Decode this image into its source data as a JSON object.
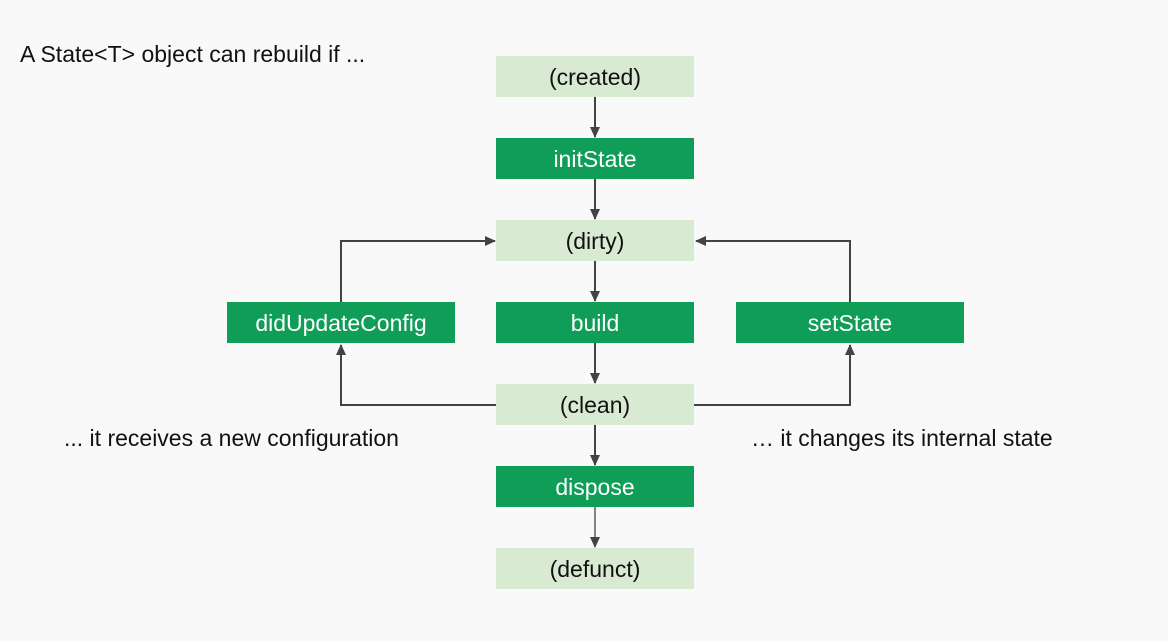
{
  "intro_text": "A State<T> object can rebuild if ...",
  "caption_left": "... it receives a new configuration",
  "caption_right": "… it changes its internal state",
  "colors": {
    "background": "#f9f9f9",
    "state_fill": "#d9ead3",
    "method_fill": "#0f9d58",
    "state_text": "#111111",
    "method_text": "#ffffff",
    "arrow": "#434343"
  },
  "nodes": {
    "created": {
      "label": "(created)",
      "kind": "state"
    },
    "initState": {
      "label": "initState",
      "kind": "method"
    },
    "dirty": {
      "label": "(dirty)",
      "kind": "state"
    },
    "didUpdateConfig": {
      "label": "didUpdateConfig",
      "kind": "method"
    },
    "build": {
      "label": "build",
      "kind": "method"
    },
    "setState": {
      "label": "setState",
      "kind": "method"
    },
    "clean": {
      "label": "(clean)",
      "kind": "state"
    },
    "dispose": {
      "label": "dispose",
      "kind": "method"
    },
    "defunct": {
      "label": "(defunct)",
      "kind": "state"
    }
  },
  "edges": [
    {
      "from": "created",
      "to": "initState"
    },
    {
      "from": "initState",
      "to": "dirty"
    },
    {
      "from": "dirty",
      "to": "build"
    },
    {
      "from": "build",
      "to": "clean"
    },
    {
      "from": "clean",
      "to": "dispose"
    },
    {
      "from": "dispose",
      "to": "defunct"
    },
    {
      "from": "clean",
      "to": "didUpdateConfig"
    },
    {
      "from": "didUpdateConfig",
      "to": "dirty"
    },
    {
      "from": "clean",
      "to": "setState"
    },
    {
      "from": "setState",
      "to": "dirty"
    }
  ]
}
